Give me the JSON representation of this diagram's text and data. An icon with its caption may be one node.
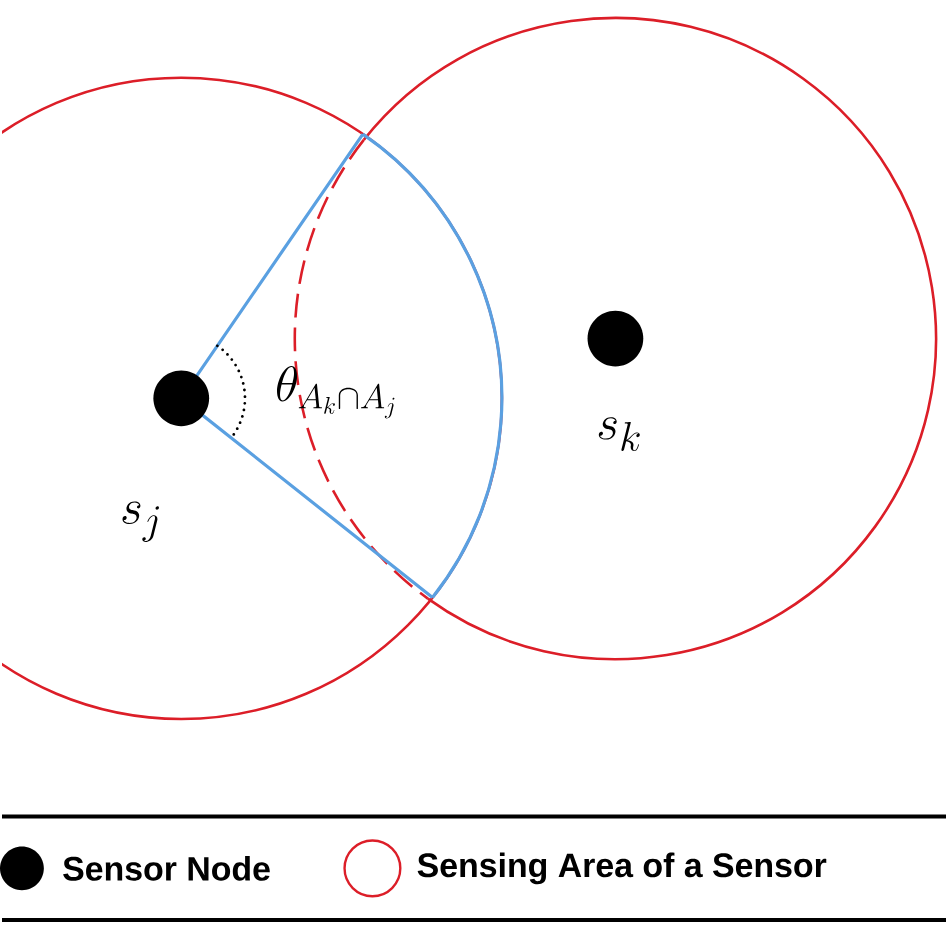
{
  "diagram": {
    "labels": [
      "s_j",
      "s_k",
      "\\theta_{A_k \\cap A_j}"
    ],
    "legend": [
      {
        "text": "Sensor Node"
      },
      {
        "text": "Sensing Area of a Sensor"
      }
    ]
  }
}
